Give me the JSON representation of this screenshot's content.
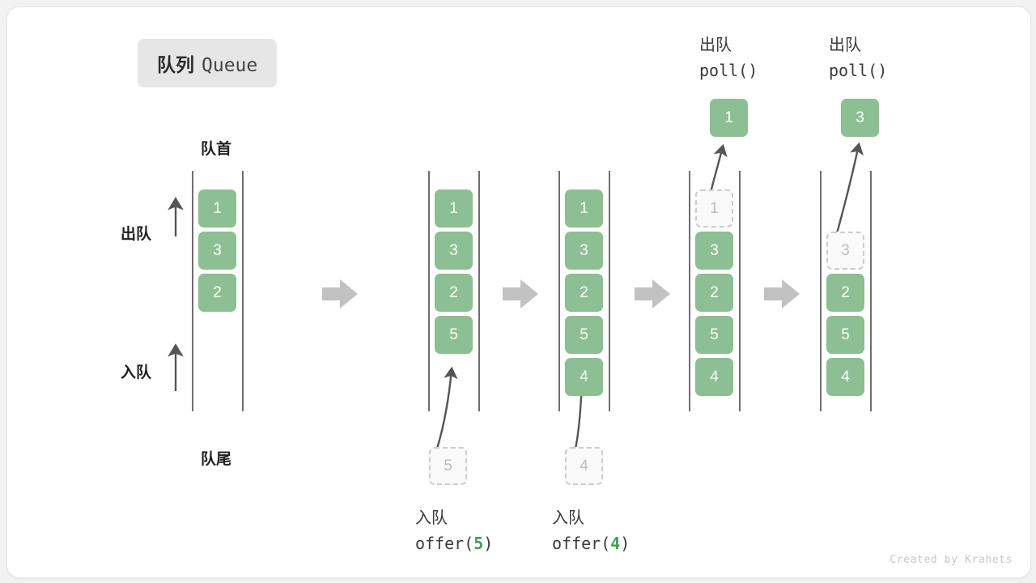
{
  "title": {
    "cn": "队列",
    "en": "Queue"
  },
  "labels": {
    "head": "队首",
    "tail": "队尾",
    "dequeue": "出队",
    "enqueue": "入队"
  },
  "credit": "Created by Krahets",
  "colors": {
    "cell_fill": "#8cbf91",
    "cell_text": "#ffffff",
    "ghost_fill": "#fafafa",
    "ghost_border": "#cccccc",
    "ghost_text": "#bdbdbd",
    "rail": "#555555",
    "step_arrow": "#c2c2c2",
    "accent_green": "#4a9a5a",
    "chip_bg": "#e6e6e6"
  },
  "operations": [
    {
      "id": "op-offer-5",
      "cn": "入队",
      "call_prefix": "offer(",
      "arg": "5",
      "call_suffix": ")"
    },
    {
      "id": "op-offer-4",
      "cn": "入队",
      "call_prefix": "offer(",
      "arg": "4",
      "call_suffix": ")"
    },
    {
      "id": "op-poll-1",
      "cn": "出队",
      "call_prefix": "poll(",
      "arg": "",
      "call_suffix": ")"
    },
    {
      "id": "op-poll-2",
      "cn": "出队",
      "call_prefix": "poll(",
      "arg": "",
      "call_suffix": ")"
    }
  ],
  "pending_values": {
    "offer5": "5",
    "offer4": "4"
  },
  "popped_values": {
    "poll1": "1",
    "poll2": "3"
  },
  "states": [
    {
      "id": "state-initial",
      "cells": [
        {
          "v": "1",
          "ghost": false
        },
        {
          "v": "3",
          "ghost": false
        },
        {
          "v": "2",
          "ghost": false
        }
      ]
    },
    {
      "id": "state-after-offer-5",
      "cells": [
        {
          "v": "1",
          "ghost": false
        },
        {
          "v": "3",
          "ghost": false
        },
        {
          "v": "2",
          "ghost": false
        },
        {
          "v": "5",
          "ghost": false
        }
      ]
    },
    {
      "id": "state-after-offer-4",
      "cells": [
        {
          "v": "1",
          "ghost": false
        },
        {
          "v": "3",
          "ghost": false
        },
        {
          "v": "2",
          "ghost": false
        },
        {
          "v": "5",
          "ghost": false
        },
        {
          "v": "4",
          "ghost": false
        }
      ]
    },
    {
      "id": "state-after-poll-1",
      "cells": [
        {
          "v": "1",
          "ghost": true
        },
        {
          "v": "3",
          "ghost": false
        },
        {
          "v": "2",
          "ghost": false
        },
        {
          "v": "5",
          "ghost": false
        },
        {
          "v": "4",
          "ghost": false
        }
      ]
    },
    {
      "id": "state-after-poll-2",
      "cells": [
        {
          "v": "",
          "ghost": null
        },
        {
          "v": "3",
          "ghost": true
        },
        {
          "v": "2",
          "ghost": false
        },
        {
          "v": "5",
          "ghost": false
        },
        {
          "v": "4",
          "ghost": false
        }
      ]
    }
  ]
}
